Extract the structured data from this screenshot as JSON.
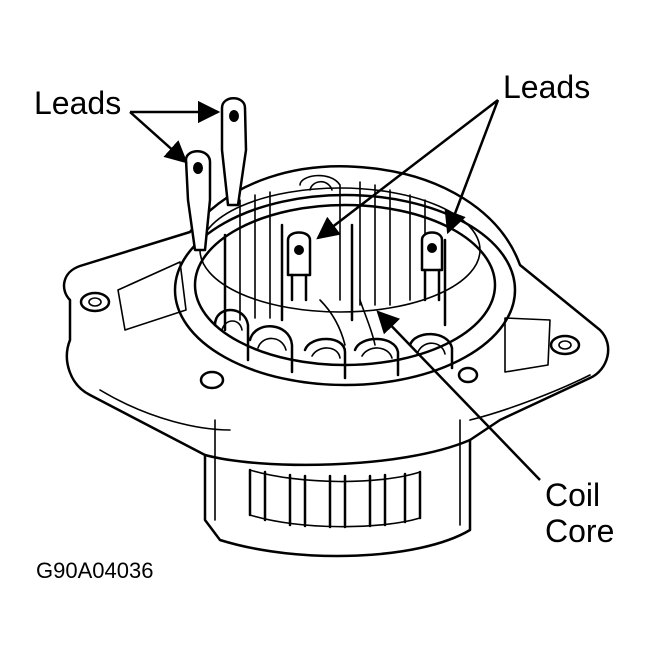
{
  "labels": {
    "leads_left": "Leads",
    "leads_right": "Leads",
    "coil": "Coil",
    "core": "Core",
    "figure_id": "G90A04036"
  },
  "colors": {
    "ink": "#000000",
    "paper": "#ffffff"
  }
}
